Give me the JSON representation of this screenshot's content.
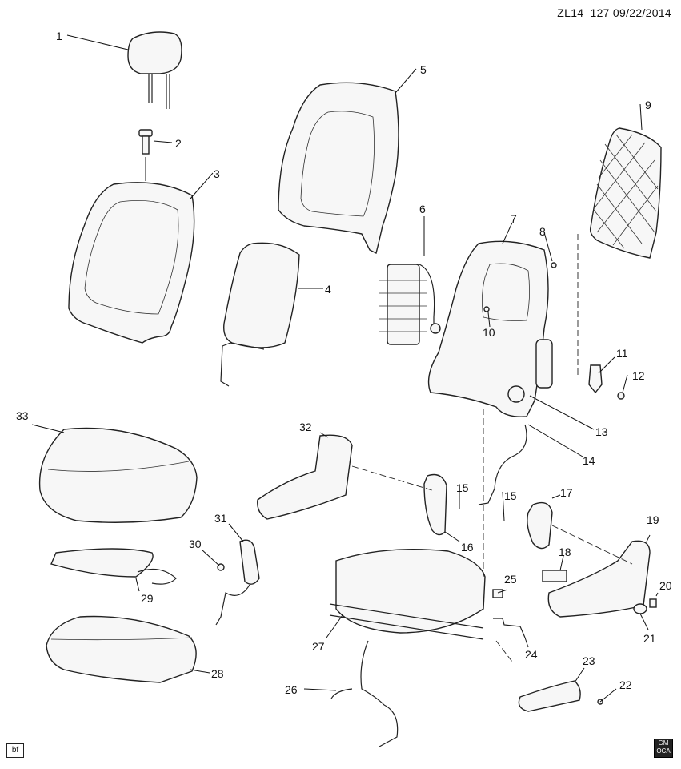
{
  "header": {
    "id_date": "ZL14–127  09/22/2014"
  },
  "footer": {
    "corner_tag": "bf",
    "logo_line1": "GM",
    "logo_line2": "OCA"
  },
  "callouts": [
    "1",
    "2",
    "3",
    "4",
    "5",
    "6",
    "7",
    "8",
    "9",
    "10",
    "11",
    "12",
    "13",
    "14",
    "15",
    "15",
    "16",
    "17",
    "18",
    "19",
    "20",
    "21",
    "22",
    "23",
    "24",
    "25",
    "26",
    "27",
    "28",
    "29",
    "30",
    "31",
    "32",
    "33"
  ]
}
